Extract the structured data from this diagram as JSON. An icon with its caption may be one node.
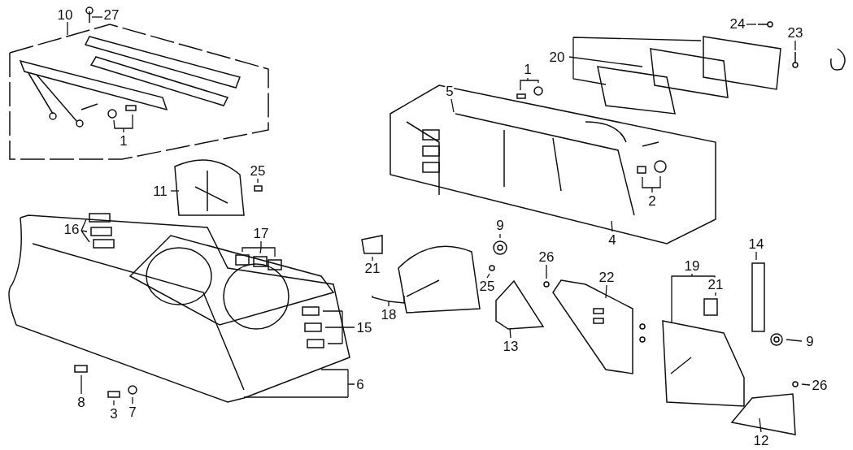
{
  "diagram": {
    "nodes": [
      {
        "text": [
          "10"
        ]
      },
      {
        "text": [
          "27"
        ]
      },
      {
        "text": [
          "1"
        ]
      },
      {
        "text": [
          "24"
        ]
      },
      {
        "text": [
          "23"
        ]
      },
      {
        "text": [
          "20"
        ]
      },
      {
        "text": [
          "5"
        ]
      },
      {
        "text": [
          "1"
        ]
      },
      {
        "text": [
          "2"
        ]
      },
      {
        "text": [
          "11"
        ]
      },
      {
        "text": [
          "25"
        ]
      },
      {
        "text": [
          "4"
        ]
      },
      {
        "text": [
          "16"
        ]
      },
      {
        "text": [
          "17"
        ]
      },
      {
        "text": [
          "9"
        ]
      },
      {
        "text": [
          "26"
        ]
      },
      {
        "text": [
          "22"
        ]
      },
      {
        "text": [
          "19"
        ]
      },
      {
        "text": [
          "14"
        ]
      },
      {
        "text": [
          "21"
        ]
      },
      {
        "text": [
          "25"
        ]
      },
      {
        "text": [
          "18"
        ]
      },
      {
        "text": [
          "21"
        ]
      },
      {
        "text": [
          "15"
        ]
      },
      {
        "text": [
          "13"
        ]
      },
      {
        "text": [
          "9"
        ]
      },
      {
        "text": [
          "6"
        ]
      },
      {
        "text": [
          "26"
        ]
      },
      {
        "text": [
          "8"
        ]
      },
      {
        "text": [
          "3"
        ]
      },
      {
        "text": [
          "7"
        ]
      },
      {
        "text": [
          "12"
        ]
      }
    ],
    "edges": [
      {
        "from": 0,
        "to": null,
        "arrow": "none"
      },
      {
        "from": 1,
        "to": null,
        "arrow": "none"
      },
      {
        "from": 2,
        "to": null,
        "arrow": "none"
      },
      {
        "from": 3,
        "to": null,
        "arrow": "none"
      },
      {
        "from": 4,
        "to": null,
        "arrow": "none"
      },
      {
        "from": 5,
        "to": null,
        "arrow": "none"
      },
      {
        "from": 6,
        "to": null,
        "arrow": "none"
      },
      {
        "from": 7,
        "to": null,
        "arrow": "none"
      },
      {
        "from": 8,
        "to": null,
        "arrow": "none"
      },
      {
        "from": 9,
        "to": null,
        "arrow": "none"
      },
      {
        "from": 10,
        "to": null,
        "arrow": "none"
      },
      {
        "from": 11,
        "to": null,
        "arrow": "none"
      },
      {
        "from": 12,
        "to": null,
        "arrow": "none"
      },
      {
        "from": 13,
        "to": null,
        "arrow": "none"
      },
      {
        "from": 14,
        "to": null,
        "arrow": "none"
      },
      {
        "from": 15,
        "to": null,
        "arrow": "none"
      },
      {
        "from": 16,
        "to": null,
        "arrow": "none"
      },
      {
        "from": 17,
        "to": null,
        "arrow": "none"
      },
      {
        "from": 18,
        "to": null,
        "arrow": "none"
      },
      {
        "from": 19,
        "to": null,
        "arrow": "none"
      },
      {
        "from": 20,
        "to": null,
        "arrow": "none"
      },
      {
        "from": 21,
        "to": null,
        "arrow": "none"
      },
      {
        "from": 22,
        "to": null,
        "arrow": "none"
      },
      {
        "from": 23,
        "to": null,
        "arrow": "none"
      },
      {
        "from": 24,
        "to": null,
        "arrow": "none"
      },
      {
        "from": 25,
        "to": null,
        "arrow": "none"
      },
      {
        "from": 26,
        "to": null,
        "arrow": "none"
      },
      {
        "from": 27,
        "to": null,
        "arrow": "none"
      },
      {
        "from": 28,
        "to": null,
        "arrow": "none"
      },
      {
        "from": 29,
        "to": null,
        "arrow": "none"
      },
      {
        "from": 30,
        "to": null,
        "arrow": "none"
      },
      {
        "from": 31,
        "to": null,
        "arrow": "none"
      }
    ]
  }
}
